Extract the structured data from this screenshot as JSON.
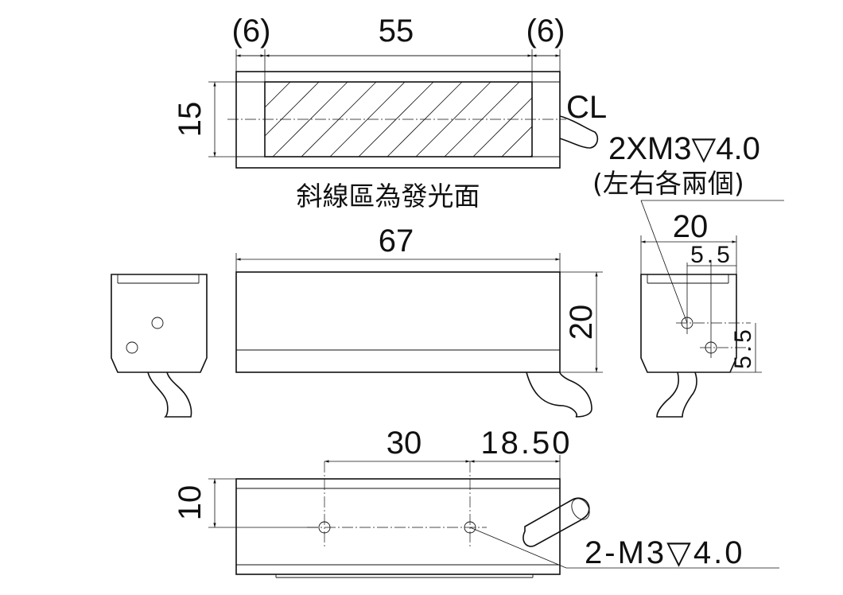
{
  "top_view": {
    "dim_left_paren": "(6)",
    "dim_width": "55",
    "dim_right_paren": "(6)",
    "dim_height": "15",
    "centerline_label": "CL",
    "emitting_area_note": "斜線區為發光面"
  },
  "front_view": {
    "dim_length": "67",
    "dim_height": "20"
  },
  "side_view": {
    "thread_note": "2XM3▽4.0",
    "thread_note_sub": "(左右各兩個)",
    "dim_width": "20",
    "dim_hole_h": "5.5",
    "dim_hole_v": "5.5"
  },
  "bottom_view": {
    "dim_30": "30",
    "dim_1850": "18.50",
    "dim_10": "10",
    "thread_note": "2-M3▽4.0"
  }
}
